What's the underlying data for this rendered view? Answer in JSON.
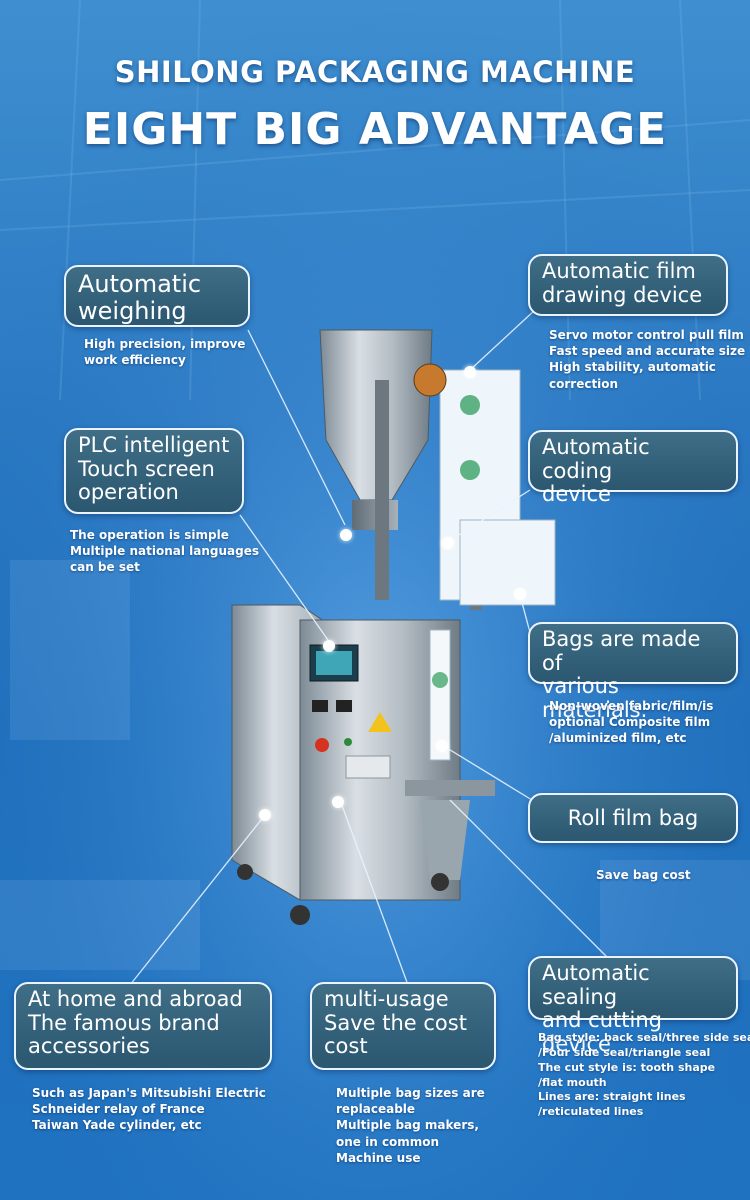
{
  "header": {
    "title_line1": "SHILONG PACKAGING MACHINE",
    "title_line2": "EIGHT BIG ADVANTAGE"
  },
  "features": {
    "weighing": {
      "label_lines": [
        "Automatic",
        "weighing"
      ],
      "desc_lines": [
        "High precision, improve",
        "work efficiency"
      ]
    },
    "plc": {
      "label_lines": [
        "PLC intelligent",
        "Touch screen",
        "operation"
      ],
      "desc_lines": [
        "The operation is simple",
        "Multiple national languages",
        "can be set"
      ]
    },
    "film_drawing": {
      "label_lines": [
        "Automatic film",
        "drawing device"
      ],
      "desc_lines": [
        "Servo motor control pull film",
        "Fast speed and accurate size",
        "High stability, automatic",
        "correction"
      ]
    },
    "coding": {
      "label_lines": [
        "Automatic coding",
        "device"
      ],
      "desc_lines": []
    },
    "bags": {
      "label_lines": [
        "Bags are made of",
        "various materials."
      ],
      "desc_lines": [
        "Non-woven fabric/film/is",
        "optional Composite film",
        "/aluminized film, etc"
      ]
    },
    "roll_film": {
      "label_lines": [
        "Roll film bag"
      ],
      "desc_lines": [
        "Save bag cost"
      ]
    },
    "sealing": {
      "label_lines": [
        "Automatic sealing",
        "and cutting device"
      ],
      "desc_lines": [
        "Bag style: back seal/three side seal",
        "/Four side seal/triangle seal",
        "The cut style is: tooth shape",
        "/flat mouth",
        "Lines are: straight lines",
        "/reticulated lines"
      ]
    },
    "brand": {
      "label_lines": [
        "At home and abroad",
        "The famous brand",
        "accessories"
      ],
      "desc_lines": [
        "Such as Japan's Mitsubishi Electric",
        "Schneider relay of France",
        "Taiwan Yade cylinder, etc"
      ]
    },
    "multi_usage": {
      "label_lines": [
        "multi-usage",
        "Save the cost",
        "cost"
      ],
      "desc_lines": [
        "Multiple bag sizes are",
        "replaceable",
        "Multiple bag makers,",
        "one in common",
        "Machine use"
      ]
    }
  },
  "colors": {
    "box_fill": "#2f5f78",
    "box_border": "#e9f4ff",
    "text": "#ffffff",
    "background": "#2a78c2"
  }
}
